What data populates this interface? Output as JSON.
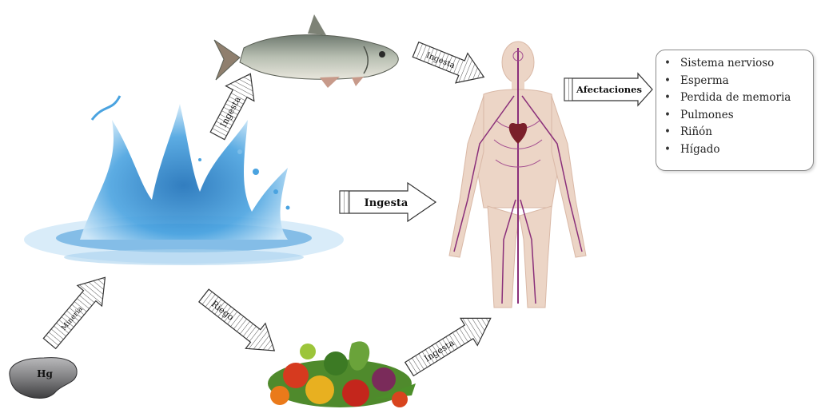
{
  "labels": {
    "ingesta": "Ingesta",
    "riego": "Riego",
    "mineria": "Mineria",
    "afectaciones": "Afectaciones",
    "hg": "Hg"
  },
  "effects": {
    "items": [
      "Sistema nervioso",
      "Esperma",
      "Perdida de memoria",
      "Pulmones",
      "Riñón",
      "Hígado"
    ]
  },
  "colors": {
    "water": "#3b8fd0",
    "fish": "#9aa79a",
    "body_skin": "#ecd5c6",
    "vessels": "#8a2f7a",
    "heart": "#7a1f2a",
    "arrow_fill": "#ffffff",
    "arrow_stroke": "#333333",
    "mercury": "#6e6e70"
  }
}
